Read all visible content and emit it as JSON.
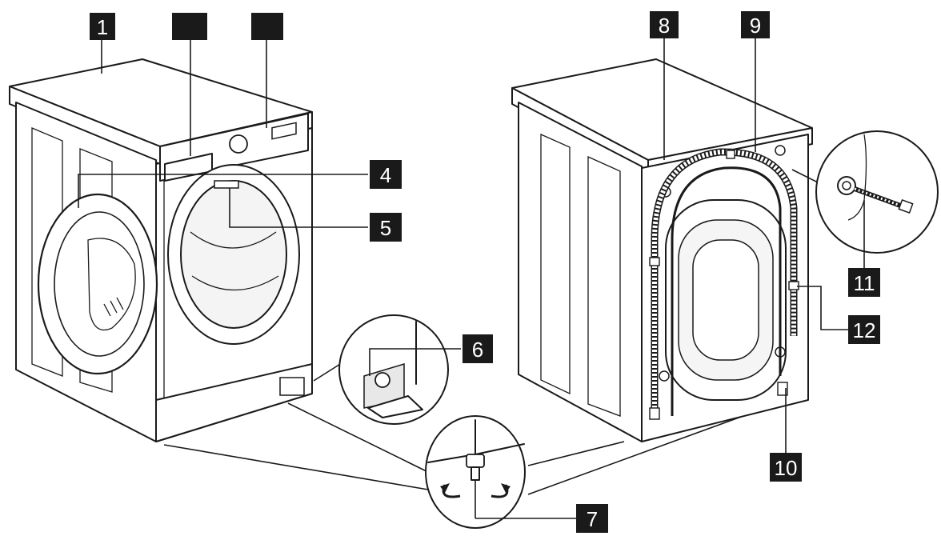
{
  "labels": [
    {
      "id": "label-1",
      "text": "1"
    },
    {
      "id": "label-2",
      "text": ""
    },
    {
      "id": "label-3",
      "text": ""
    },
    {
      "id": "label-4",
      "text": "4"
    },
    {
      "id": "label-5",
      "text": "5"
    },
    {
      "id": "label-6",
      "text": "6"
    },
    {
      "id": "label-7",
      "text": "7"
    },
    {
      "id": "label-8",
      "text": "8"
    },
    {
      "id": "label-9",
      "text": "9"
    },
    {
      "id": "label-10",
      "text": "10"
    },
    {
      "id": "label-11",
      "text": "11"
    },
    {
      "id": "label-12",
      "text": "12"
    }
  ],
  "colors": {
    "ink": "#1a1a1a",
    "label_bg": "#1a1a1a",
    "label_text": "#ffffff",
    "paper": "#ffffff"
  },
  "icons": [
    "rotate-left-arrow-icon",
    "rotate-right-arrow-icon"
  ]
}
